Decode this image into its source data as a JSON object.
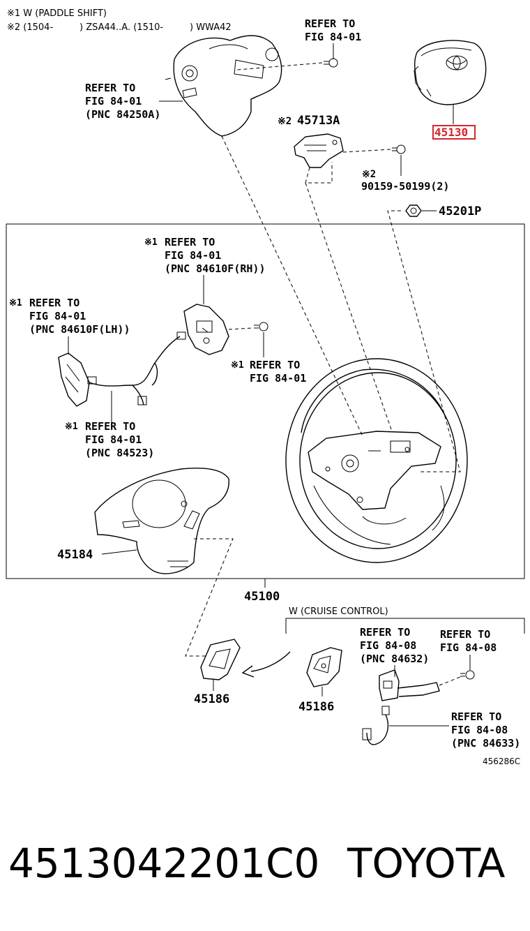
{
  "notes": {
    "note1": "※1 W (PADDLE SHIFT)",
    "note2_a": "※2 (1504-",
    "note2_b": ") ZSA44..A. (1510-",
    "note2_c": ") WWA42"
  },
  "callouts": {
    "top_center_ref": [
      "REFER TO",
      "FIG 84-01"
    ],
    "top_left_ref": [
      "REFER TO",
      "FIG 84-01",
      "(PNC 84250A)"
    ],
    "part_45713a": "45713A",
    "mark_45713a": "※2",
    "part_90159": "90159-50199(2)",
    "mark_90159": "※2",
    "part_45130": "45130",
    "part_45201p": "45201P",
    "rh_switch_ref": [
      "REFER TO",
      "FIG 84-01",
      "(PNC 84610F(RH))"
    ],
    "rh_switch_mark": "※1",
    "lh_switch_ref": [
      "REFER TO",
      "FIG 84-01",
      "(PNC 84610F(LH))"
    ],
    "lh_switch_mark": "※1",
    "bolt_ref": [
      "REFER TO",
      "FIG 84-01"
    ],
    "bolt_mark": "※1",
    "harness_ref": [
      "REFER TO",
      "FIG 84-01",
      "(PNC 84523)"
    ],
    "harness_mark": "※1",
    "part_45184": "45184",
    "part_45100": "45100",
    "cruise_label": "W (CRUISE CONTROL)",
    "cruise_ref1": [
      "REFER TO",
      "FIG 84-08",
      "(PNC 84632)"
    ],
    "cruise_ref2": [
      "REFER TO",
      "FIG 84-08"
    ],
    "cruise_ref3": [
      "REFER TO",
      "FIG 84-08",
      "(PNC 84633)"
    ],
    "part_45186_left": "45186",
    "part_45186_right": "45186",
    "figure_code": "456286C"
  },
  "footer": {
    "part_number": "4513042201C0",
    "brand": "TOYOTA"
  },
  "colors": {
    "line": "#000000",
    "highlight": "#d6242b",
    "background": "#ffffff"
  }
}
